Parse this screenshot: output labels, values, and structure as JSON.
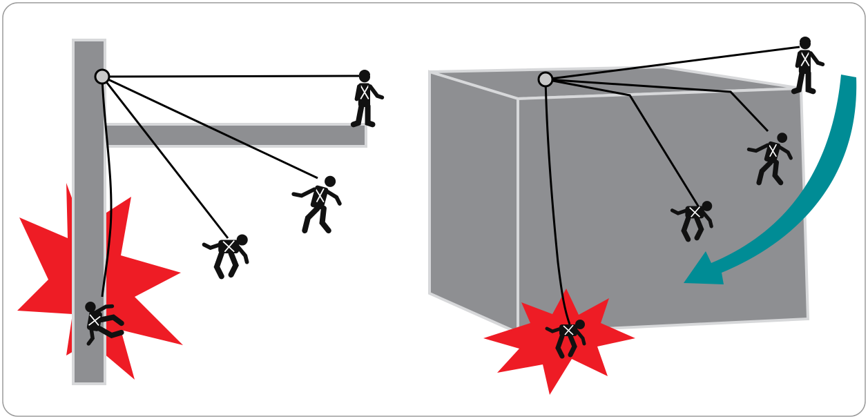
{
  "colors": {
    "background": "#ffffff",
    "frame_border": "#9a9a9a",
    "structure_gray": "#8e8f92",
    "structure_outline": "#d7d8da",
    "rope": "#000000",
    "anchor_fill": "#c8c8c8",
    "impact_red": "#ee1c25",
    "arrow_teal": "#008c95",
    "worker": "#111111",
    "harness": "#ffffff"
  },
  "left_panel": {
    "anchor": "anchor-ring",
    "workers": [
      "worker-standing-on-beam",
      "worker-falling-1",
      "worker-falling-2",
      "worker-impact-column"
    ],
    "impact": "impact-burst-column"
  },
  "right_panel": {
    "anchor": "anchor-ring",
    "workers": [
      "worker-standing-on-roof",
      "worker-falling-1",
      "worker-falling-2",
      "worker-impact-wall"
    ],
    "impact": "impact-burst-wall",
    "arrow": "swing-direction-arrow"
  }
}
